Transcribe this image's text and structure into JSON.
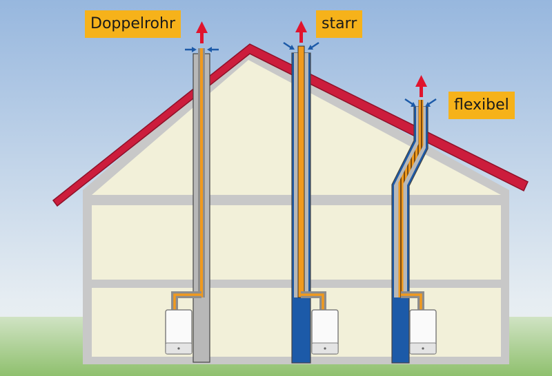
{
  "labels": {
    "doppelrohr": "Doppelrohr",
    "starr": "starr",
    "flexibel": "flexibel"
  },
  "colors": {
    "sky_top": "#97b7de",
    "sky_bottom": "#e6edf2",
    "grass": "#8fc06e",
    "roof": "#cc1d3c",
    "wall": "#c8c8c8",
    "interior": "#f2f0d9",
    "flue": "#f09a1e",
    "air": "#1c5aa8",
    "exhaust_arrow": "#e0142d",
    "label_bg": "#f6b21a"
  },
  "icons": [
    "exhaust-arrow-icon",
    "air-intake-arrow-icon",
    "boiler-icon"
  ]
}
